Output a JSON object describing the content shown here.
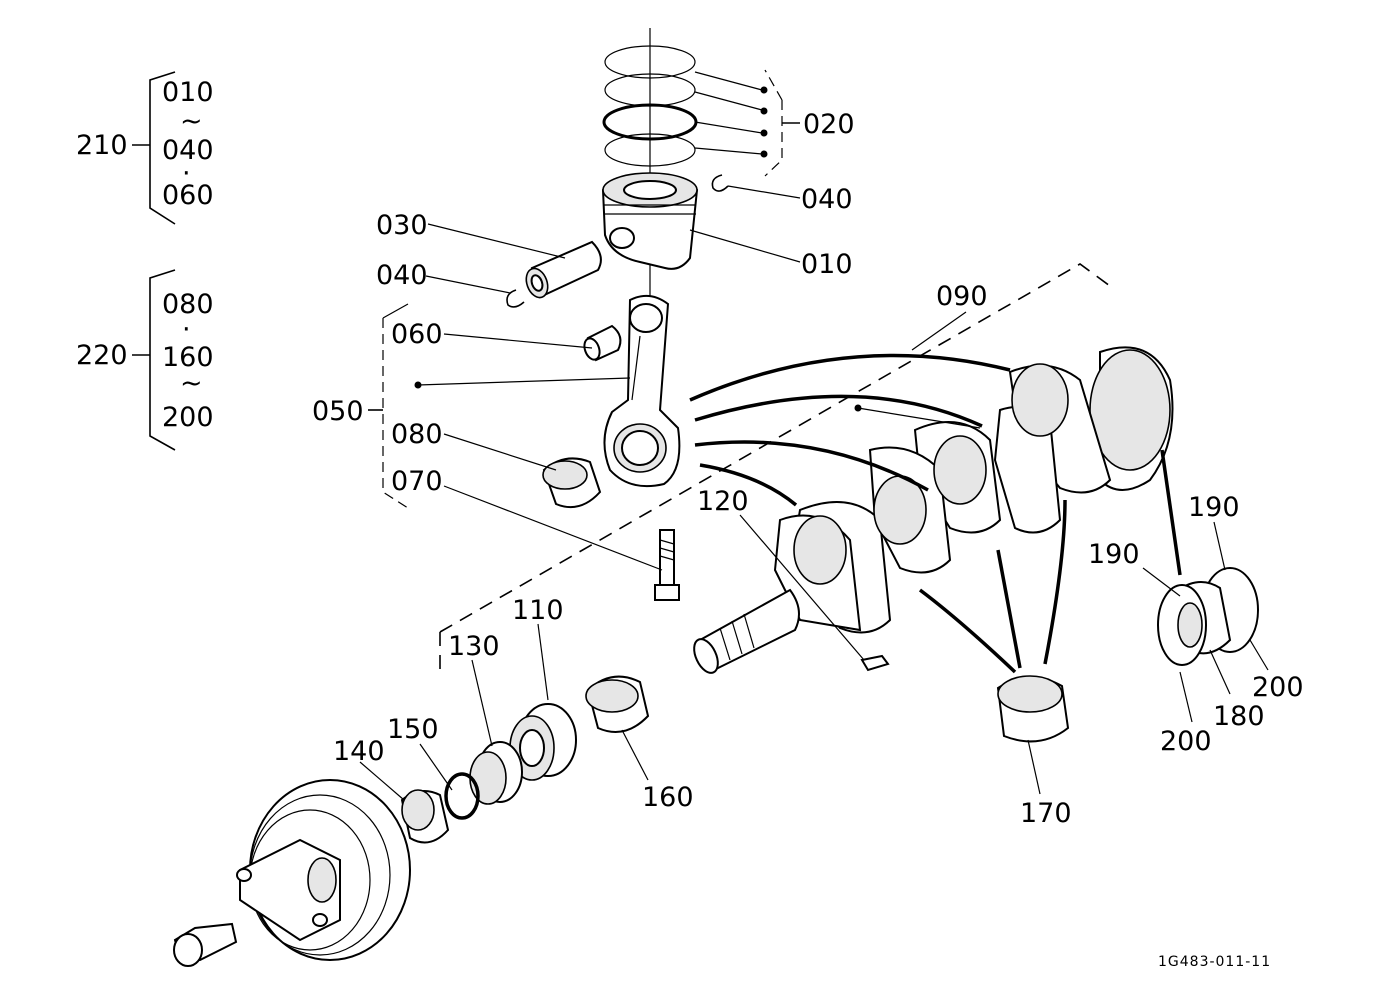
{
  "callouts": {
    "c020": "020",
    "c040a": "040",
    "c010": "010",
    "c030": "030",
    "c040b": "040",
    "c060": "060",
    "c050": "050",
    "c080": "080",
    "c070": "070",
    "c090": "090",
    "c120": "120",
    "c110": "110",
    "c130": "130",
    "c150": "150",
    "c140": "140",
    "c160": "160",
    "c170": "170",
    "c190a": "190",
    "c190b": "190",
    "c200a": "200",
    "c200b": "200",
    "c180": "180"
  },
  "groups": {
    "g210": {
      "label": "210",
      "items": [
        "010",
        "040",
        "060"
      ],
      "separators": [
        "~",
        "·"
      ]
    },
    "g220": {
      "label": "220",
      "items": [
        "080",
        "160",
        "200"
      ],
      "separators": [
        "·",
        "~"
      ]
    }
  },
  "reference": "1G483-011-11"
}
